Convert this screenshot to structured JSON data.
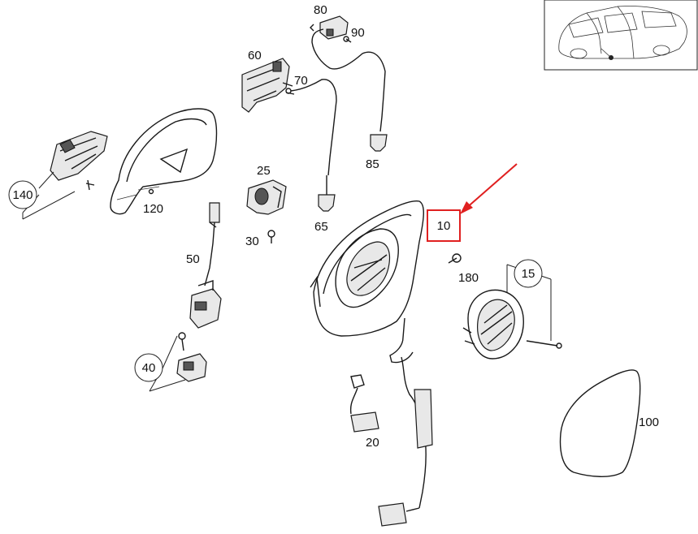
{
  "callouts": {
    "c10": "10",
    "c15": "15",
    "c20": "20",
    "c25": "25",
    "c30": "30",
    "c40": "40",
    "c50": "50",
    "c60": "60",
    "c65": "65",
    "c70": "70",
    "c80": "80",
    "c85": "85",
    "c90": "90",
    "c100": "100",
    "c120": "120",
    "c140": "140",
    "c180": "180"
  },
  "colors": {
    "highlight": "#e02020",
    "line": "#1a1a1a"
  },
  "icons": {
    "inset": "car-thumbnail-icon",
    "pointer": "red-arrow-icon"
  }
}
